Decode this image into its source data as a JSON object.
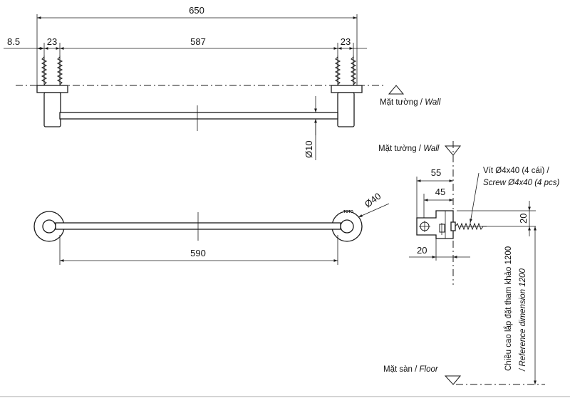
{
  "dimensions": {
    "overall_length": "650",
    "wall_offset_left": "8.5",
    "flange_width_left": "23",
    "screw_spacing": "587",
    "flange_width_right": "23",
    "bar_diameter": "Ø10",
    "flange_diameter": "Ø40",
    "bar_length": "590",
    "projection_total": "55",
    "projection_bar": "45",
    "base_offset": "20",
    "height_offset": "20"
  },
  "labels": {
    "wall_top_vi": "Mặt tường / ",
    "wall_top_en": "Wall",
    "wall_side_vi": "Mặt tường / ",
    "wall_side_en": "Wall",
    "screw_vi": "Vít Ø4x40 (4 cái) /",
    "screw_en": "Screw Ø4x40 (4 pcs)",
    "floor_vi": "Mặt sàn / ",
    "floor_en": "Floor",
    "height_vi": "Chiều cao lắp đặt tham khảo 1200",
    "height_en": "/ Reference dimension 1200",
    "brand": "TOTO"
  }
}
